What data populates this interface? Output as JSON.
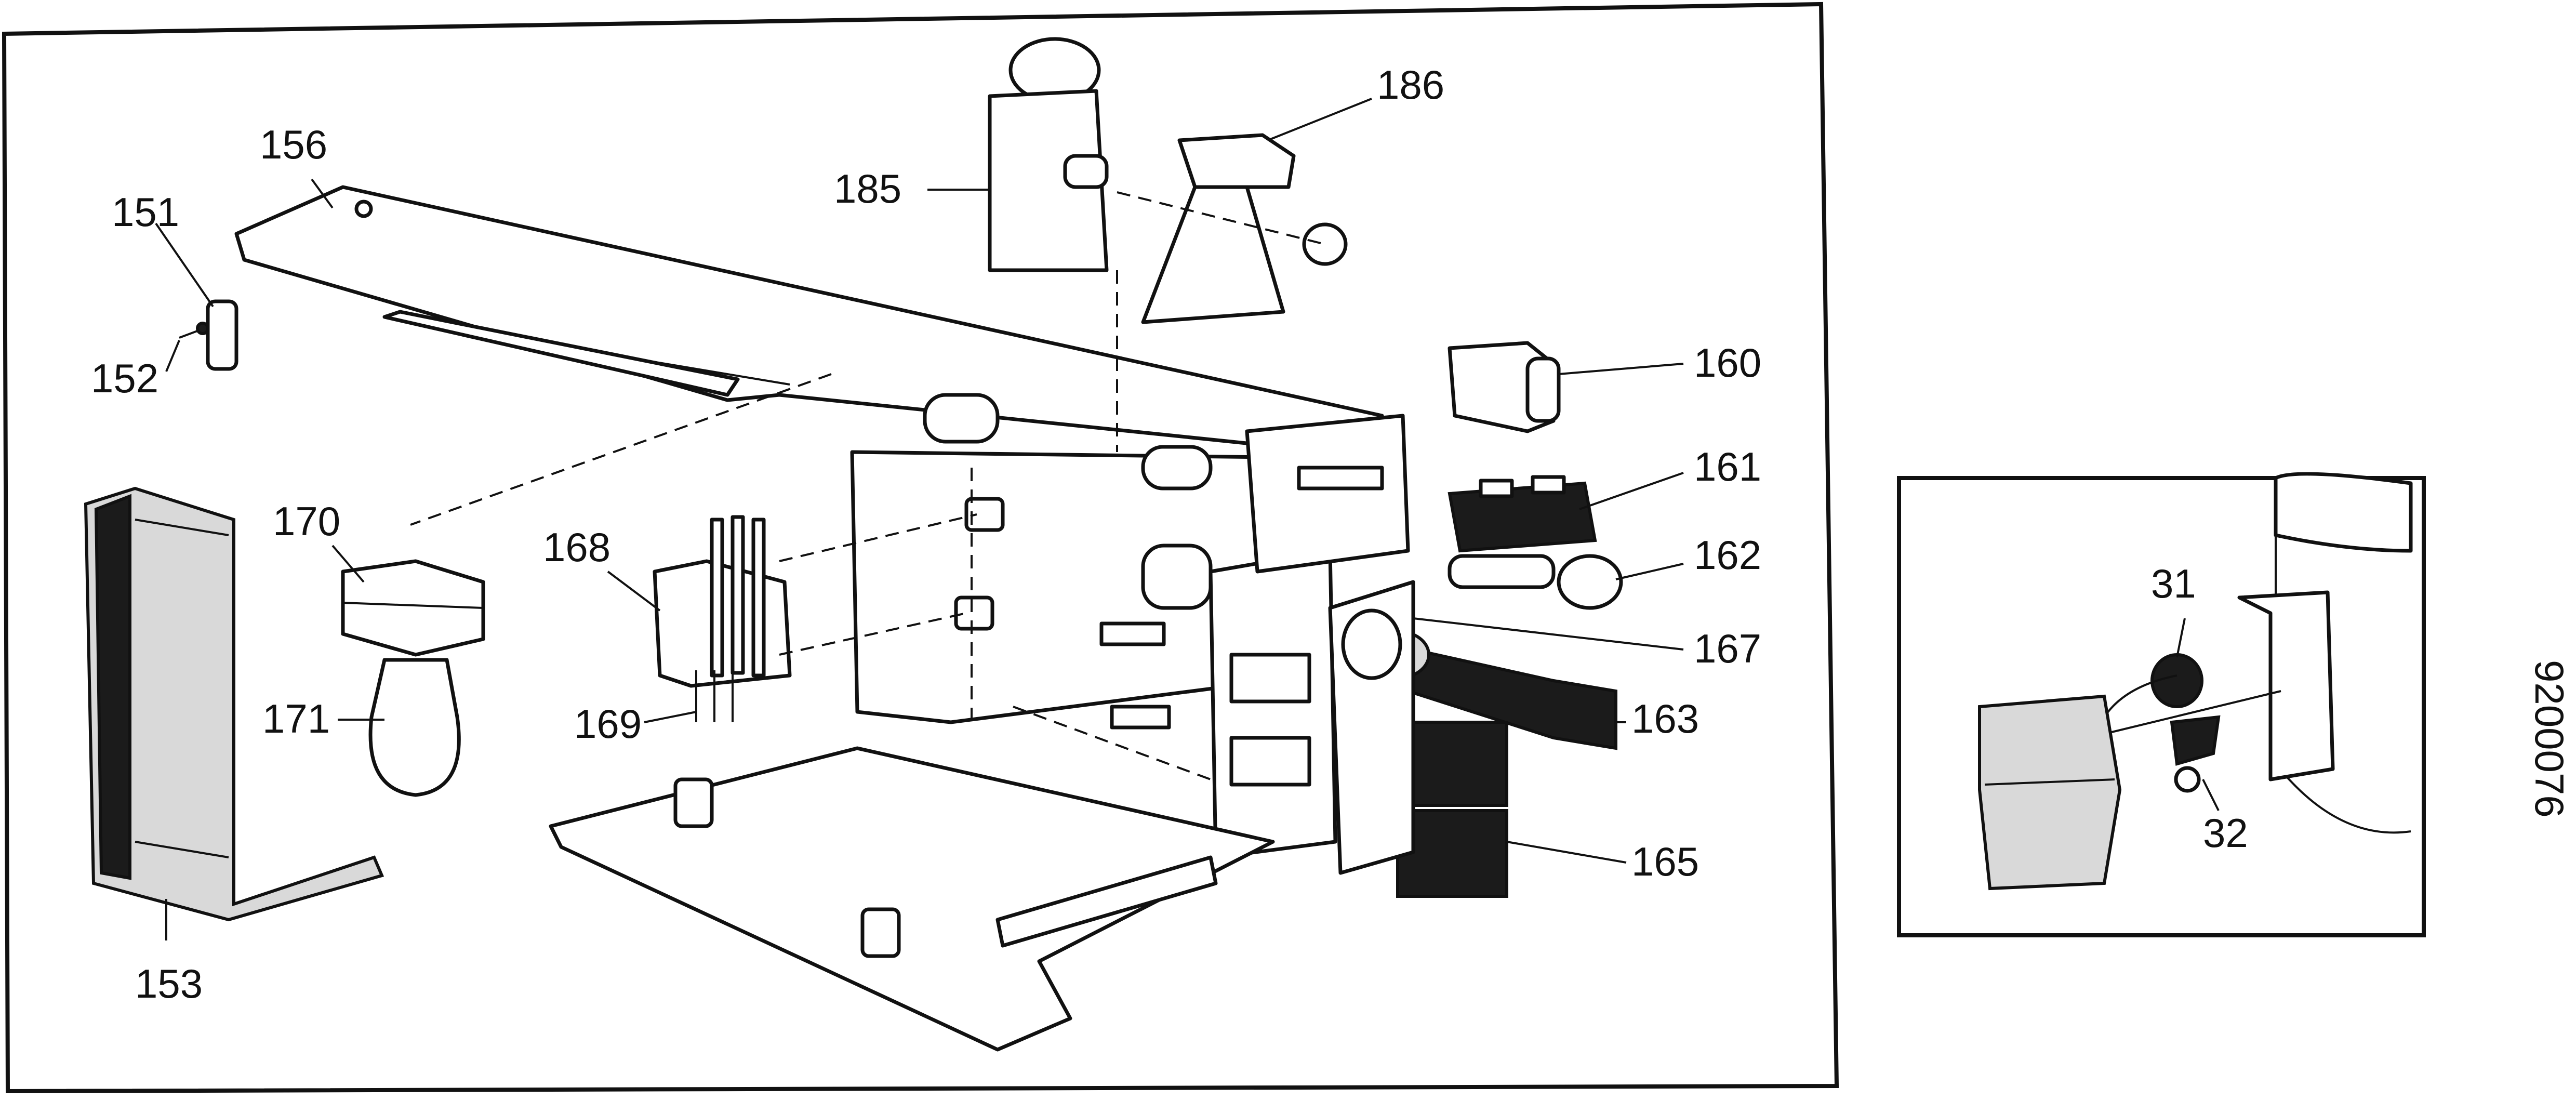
{
  "labels": {
    "l151": "151",
    "l152": "152",
    "l153": "153",
    "l156": "156",
    "l160": "160",
    "l161": "161",
    "l162": "162",
    "l163": "163",
    "l165": "165",
    "l167": "167",
    "l168": "168",
    "l169": "169",
    "l170": "170",
    "l171": "171",
    "l185": "185",
    "l186": "186",
    "l31": "31",
    "l32": "32"
  },
  "drawing_code": "9200076"
}
